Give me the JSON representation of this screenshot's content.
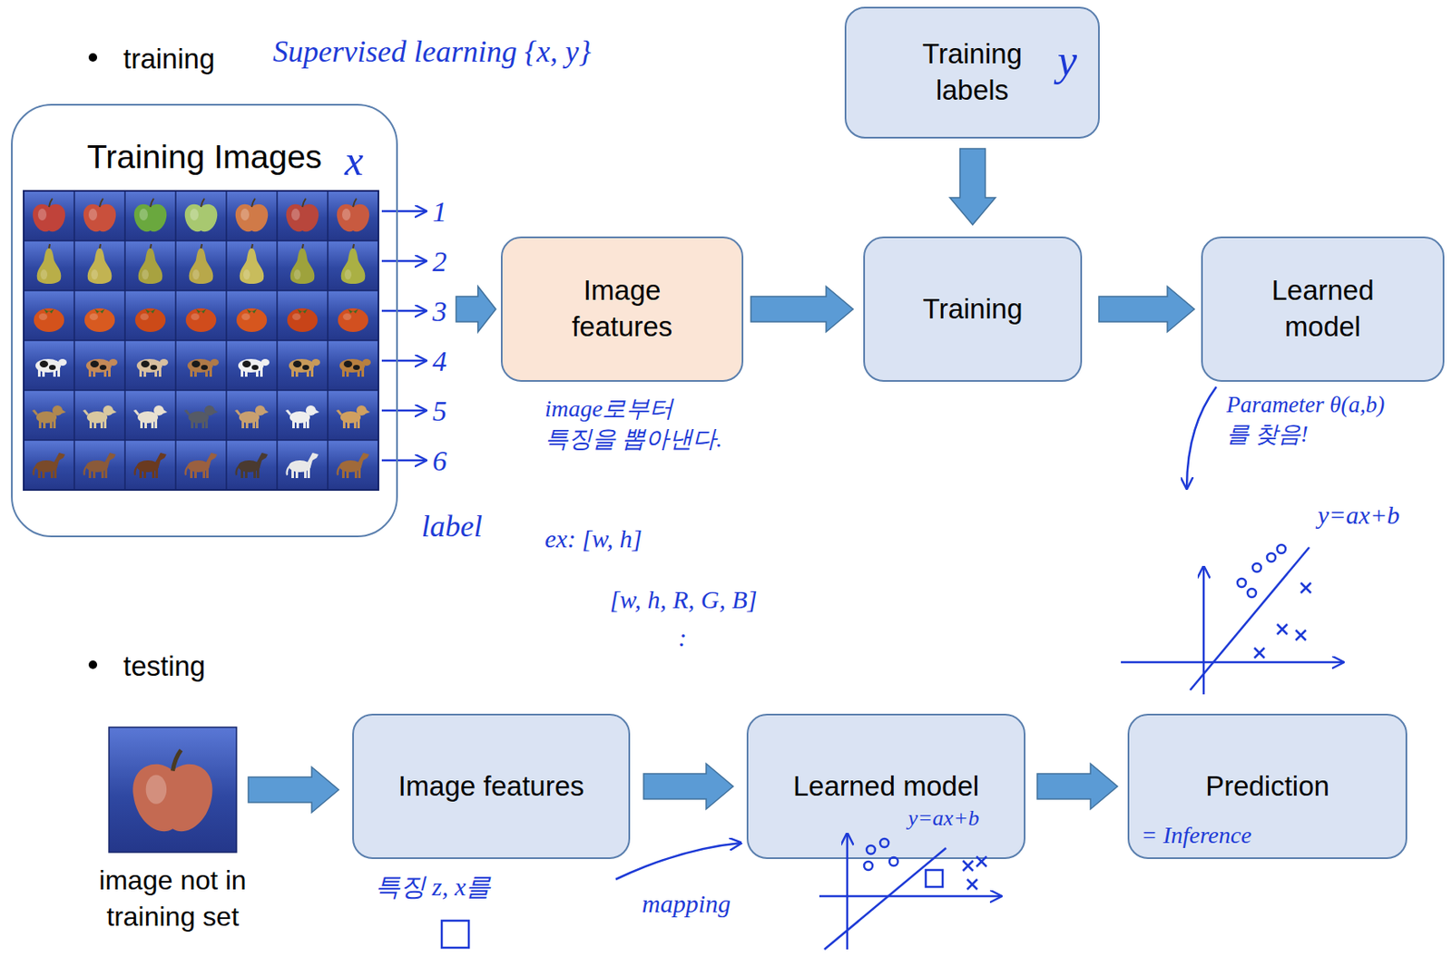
{
  "diagram": {
    "nodes": [
      {
        "text": [
          "Training labels"
        ]
      },
      {
        "text": [
          "Training Images"
        ]
      },
      {
        "text": [
          "Image features"
        ]
      },
      {
        "text": [
          "Training"
        ]
      },
      {
        "text": [
          "Learned model"
        ]
      },
      {
        "text": [
          "image not in training set"
        ]
      },
      {
        "text": [
          "Image features"
        ]
      },
      {
        "text": [
          "Learned model"
        ]
      },
      {
        "text": [
          "Prediction",
          "= Inference"
        ]
      }
    ],
    "edges": [
      {
        "from": 1,
        "to": 2,
        "arrow": "to"
      },
      {
        "from": 2,
        "to": 3,
        "arrow": "to"
      },
      {
        "from": 0,
        "to": 3,
        "arrow": "to"
      },
      {
        "from": 3,
        "to": 4,
        "arrow": "to"
      },
      {
        "from": 5,
        "to": 6,
        "arrow": "to"
      },
      {
        "from": 6,
        "to": 7,
        "arrow": "to"
      },
      {
        "from": 7,
        "to": 8,
        "arrow": "to"
      }
    ],
    "labels": [
      "training",
      "Supervised learning {x, y}",
      "y",
      "x",
      "1",
      "2",
      "3",
      "4",
      "5",
      "6",
      "label",
      "image로부터 특징을 뽑아낸다.",
      "ex: [w, h]",
      "[w, h, R, G, B]",
      ":",
      "Parameter θ(a,b) 를 찾음!",
      "y=ax+b",
      "testing",
      "특징 z, x를",
      "mapping",
      "y=ax+b"
    ]
  }
}
